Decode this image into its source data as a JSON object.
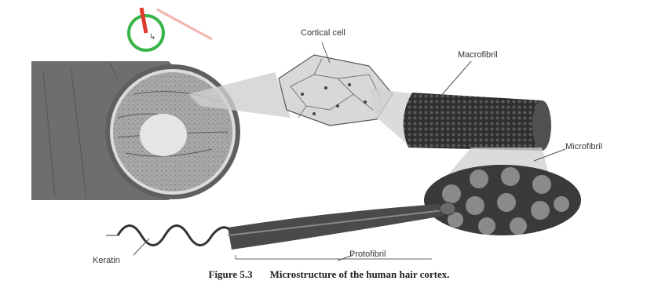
{
  "labels": {
    "cortical_cell": "Cortical cell",
    "macrofibril": "Macrofibril",
    "microfibril": "Microfibril",
    "keratin": "Keratin",
    "protofibril": "Protofibril"
  },
  "caption": {
    "figure_number": "Figure 5.3",
    "text": "Microstructure of the human hair cortex."
  },
  "colors": {
    "hair_outer": "#6e6e6e",
    "cortex": "#9a9a9a",
    "medulla": "#e6e6e6",
    "fibril_dark": "#3a3a3a",
    "loader_green": "#39b54a",
    "loader_red": "#e03a2e"
  }
}
